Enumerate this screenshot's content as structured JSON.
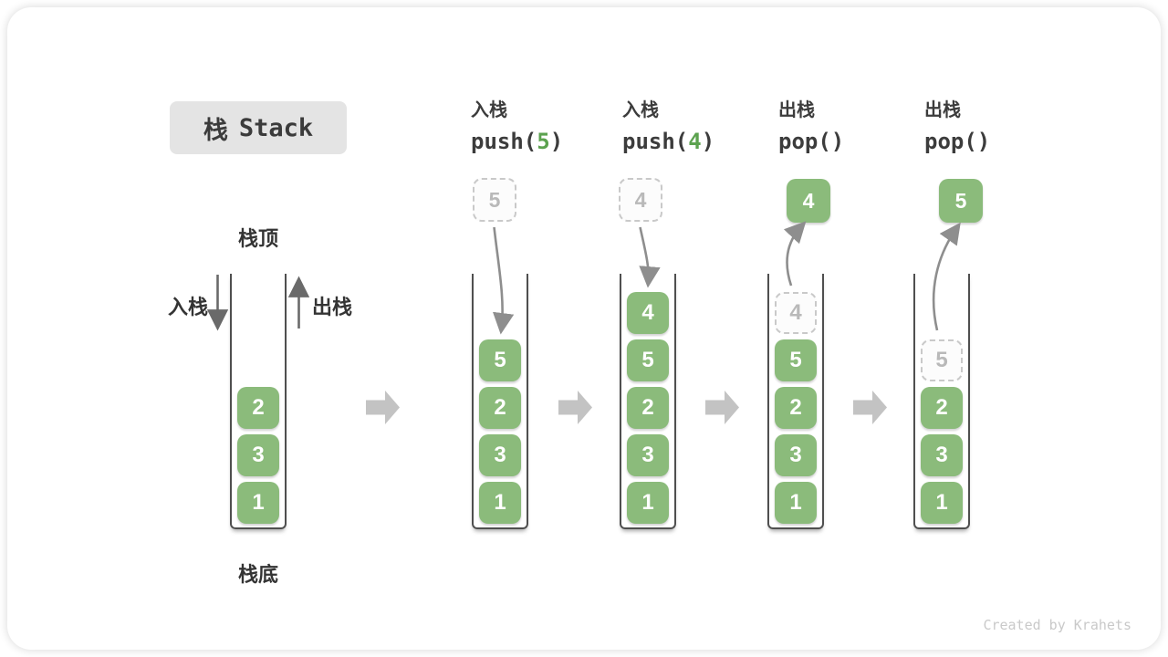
{
  "title": {
    "cjk": "栈",
    "latin": "Stack"
  },
  "labels": {
    "stack_top": "栈顶",
    "stack_bottom": "栈底",
    "push": "入栈",
    "pop": "出栈"
  },
  "colors": {
    "box_green": "#8bbb7b",
    "code_arg_green": "#5ca24f",
    "ink": "#3c3c3c",
    "ghost_gray": "#b9b9b9",
    "curve_arrow_gray": "#8e8e8e",
    "flow_arrow_gray": "#c3c3c3",
    "title_chip_bg": "#e4e4e4"
  },
  "stages": [
    {
      "name": "initial",
      "stack": [
        "1",
        "3",
        "2"
      ]
    },
    {
      "name": "push-5",
      "op": "入栈",
      "code_pre": "push(",
      "code_arg": "5",
      "code_post": ")",
      "floating": "5",
      "stack": [
        "1",
        "3",
        "2",
        "5"
      ]
    },
    {
      "name": "push-4",
      "op": "入栈",
      "code_pre": "push(",
      "code_arg": "4",
      "code_post": ")",
      "floating": "4",
      "stack": [
        "1",
        "3",
        "2",
        "5",
        "4"
      ]
    },
    {
      "name": "pop-4",
      "op": "出栈",
      "code_pre": "pop(",
      "code_arg": "",
      "code_post": ")",
      "floating": "4",
      "ghost": "4",
      "stack": [
        "1",
        "3",
        "2",
        "5"
      ]
    },
    {
      "name": "pop-5",
      "op": "出栈",
      "code_pre": "pop(",
      "code_arg": "",
      "code_post": ")",
      "floating": "5",
      "ghost": "5",
      "stack": [
        "1",
        "3",
        "2"
      ]
    }
  ],
  "watermark": "Created by Krahets"
}
